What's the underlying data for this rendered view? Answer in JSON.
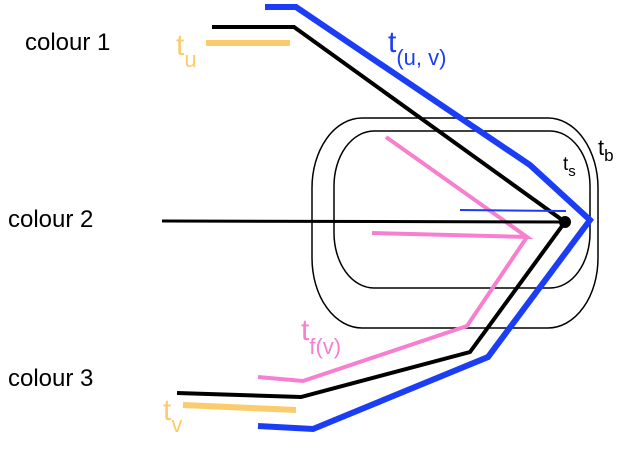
{
  "labels": {
    "colour1": "colour 1",
    "colour2": "colour 2",
    "colour3": "colour 3"
  },
  "terms": {
    "tu": {
      "main": "t",
      "sub": "u"
    },
    "tuv": {
      "main": "t",
      "sub": "(u, v)"
    },
    "tb": {
      "main": "t",
      "sub": "b"
    },
    "ts": {
      "main": "t",
      "sub": "s"
    },
    "tfv": {
      "main": "t",
      "sub": "f(v)"
    },
    "tv": {
      "main": "t",
      "sub": "v"
    }
  },
  "colors": {
    "blue": "#1A3DF5",
    "pink": "#F77FCF",
    "yellow": "#FCCB6B",
    "black": "#000000",
    "outline": "#000000"
  }
}
